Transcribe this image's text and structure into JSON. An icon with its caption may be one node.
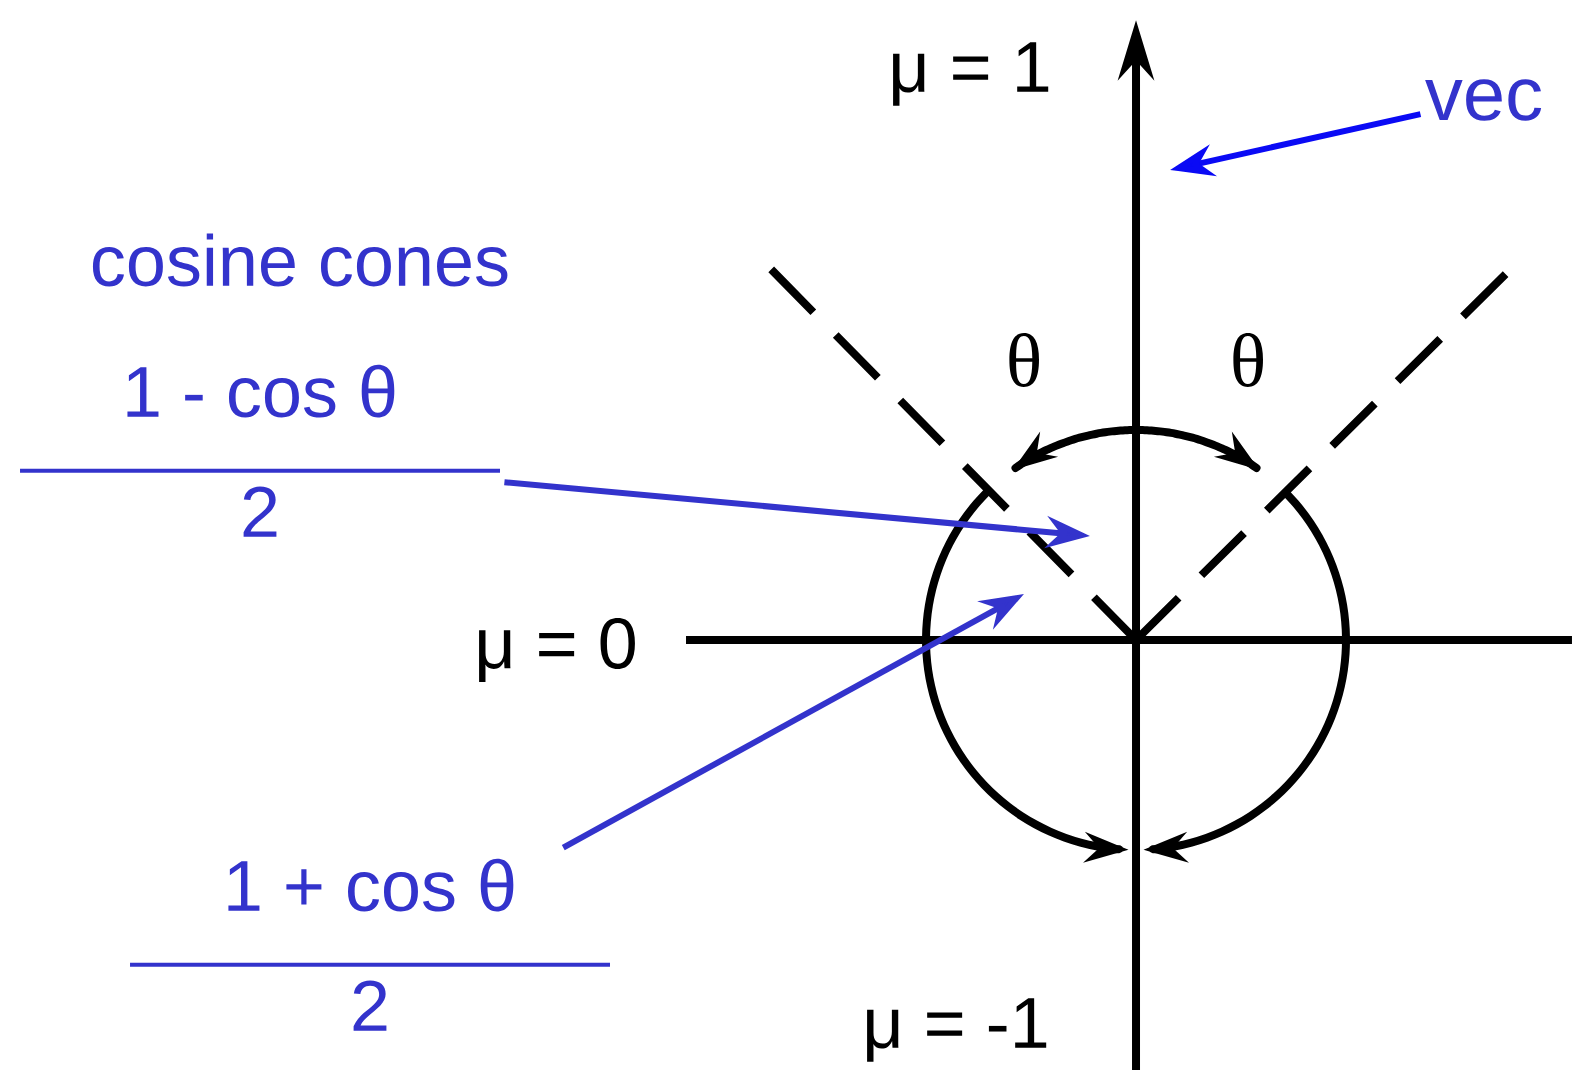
{
  "diagram": {
    "nodes": [
      {
        "text": [
          "vec"
        ]
      },
      {
        "text": [
          "1  -  cos  θ",
          "2"
        ]
      },
      {
        "text": [
          "1  +  cos  θ",
          "2"
        ]
      }
    ],
    "edges": [
      {
        "from": 0,
        "to": null,
        "arrow": "to",
        "color": "#0a0af5"
      },
      {
        "from": 1,
        "to": null,
        "arrow": "to"
      },
      {
        "from": 2,
        "to": null,
        "arrow": "to"
      }
    ],
    "labels": [
      "μ = 1",
      "cosine cones",
      "θ",
      "θ",
      "μ = 0",
      "μ = -1"
    ]
  }
}
